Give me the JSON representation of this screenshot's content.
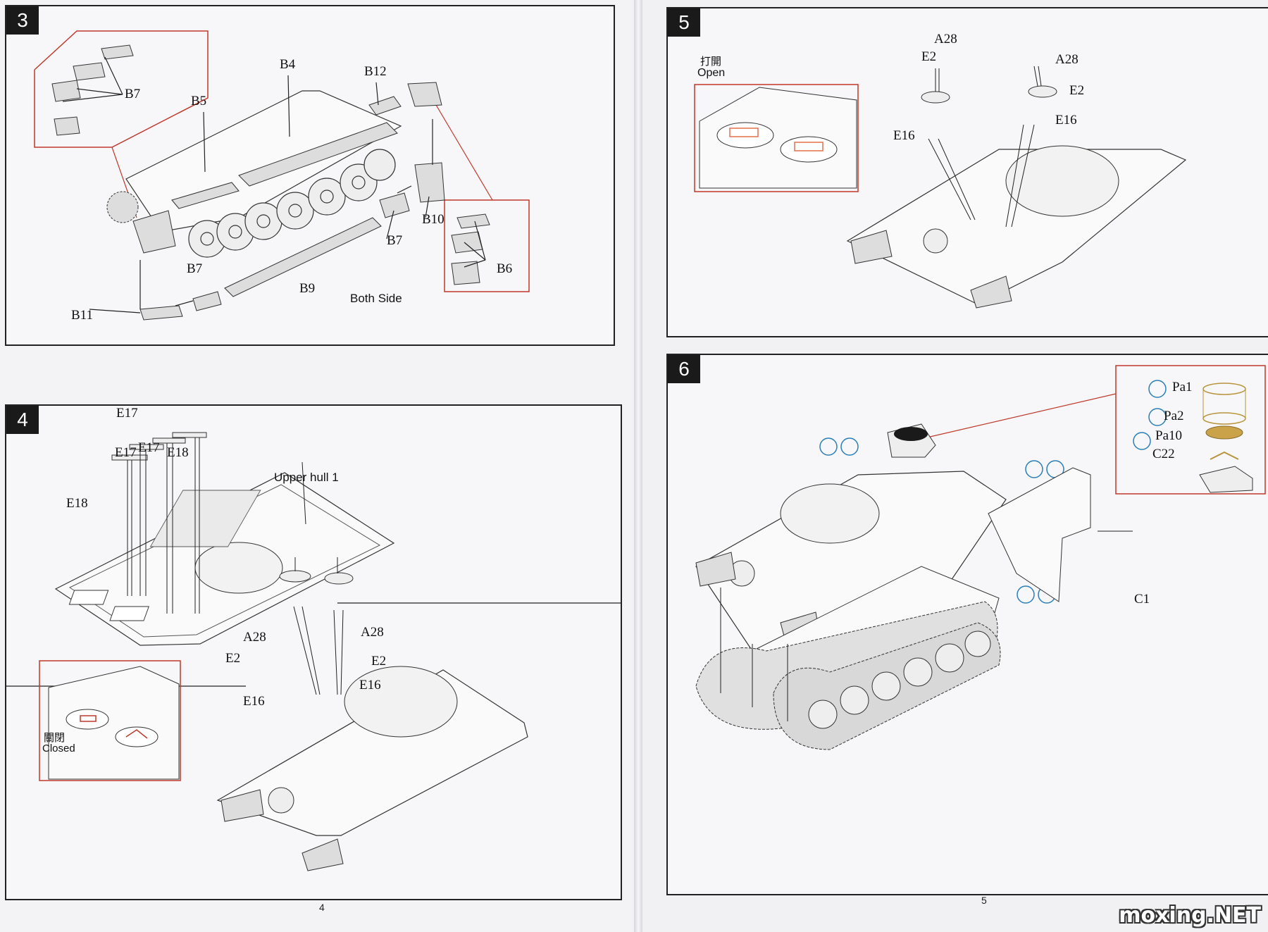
{
  "pages": {
    "left_page_number": "4",
    "right_page_number": "5"
  },
  "step3": {
    "number": "3",
    "labels": {
      "b7_top": "B7",
      "b5": "B5",
      "b4": "B4",
      "b12": "B12",
      "b10": "B10",
      "b7_mid": "B7",
      "b6": "B6",
      "b7_low": "B7",
      "b9": "B9",
      "b11": "B11"
    },
    "note": "Both Side"
  },
  "step4": {
    "number": "4",
    "labels": {
      "e17a": "E17",
      "e17b": "E17",
      "e18a": "E18",
      "e18b": "E18",
      "a28": "A28",
      "e2a": "E2",
      "e2b": "E2",
      "e16a": "E16",
      "e16b": "E16"
    },
    "upper_hull": "Upper hull 1",
    "closed_cn": "關閉",
    "closed": "Closed"
  },
  "step5": {
    "number": "5",
    "labels": {
      "a28a": "A28",
      "a28b": "A28",
      "e2a": "E2",
      "e2b": "E2",
      "e16a": "E16",
      "e16b": "E16"
    },
    "open_cn": "打開",
    "open": "Open"
  },
  "step6": {
    "number": "6",
    "labels": {
      "pa1": "Pa1",
      "pa2": "Pa2",
      "pa10": "Pa10",
      "c22": "C22",
      "c1": "C1"
    }
  },
  "watermark": "moxing.NET",
  "colors": {
    "callout": "#c0392b",
    "glue_icon": "#2b7fb8",
    "brass": "#c9a24a"
  }
}
